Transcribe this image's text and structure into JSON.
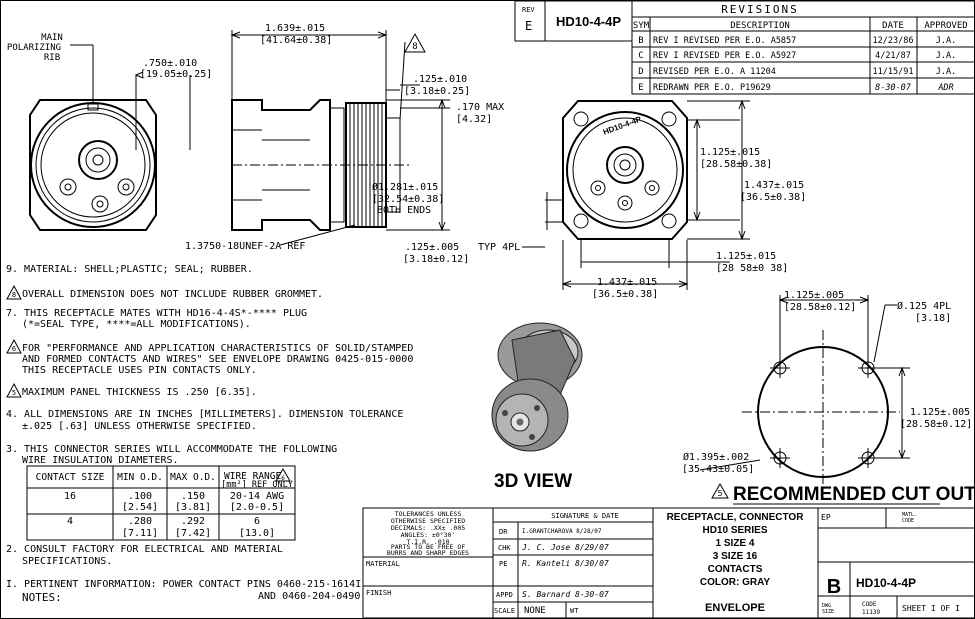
{
  "rev_box": {
    "label": "REV",
    "value": "E",
    "part_no": "HD10-4-4P"
  },
  "revisions": {
    "title": "REVISIONS",
    "headers": [
      "SYM",
      "DESCRIPTION",
      "DATE",
      "APPROVED"
    ],
    "rows": [
      [
        "B",
        "REV I REVISED PER E.O. A5857",
        "12/23/86",
        "J.A."
      ],
      [
        "C",
        "REV I REVISED PER E.O. A5927",
        "4/21/87",
        "J.A."
      ],
      [
        "D",
        "REVISED PER E.O. A 11204",
        "11/15/91",
        "J.A."
      ],
      [
        "E",
        "REDRAWN PER E.O. P19629",
        "8-30-07",
        "ADR"
      ]
    ]
  },
  "side_view": {
    "main_rib": [
      "MAIN",
      "POLARIZING",
      "RIB"
    ],
    "dim_1639": [
      "1.639±.015",
      "[41.64±0.38]"
    ],
    "dim_750": [
      ".750±.010",
      "[19.05±0.25]"
    ],
    "flag8": "8",
    "dim_125": [
      ".125±.010",
      "[3.18±0.25]"
    ],
    "dim_170": [
      ".170   MAX",
      "[4.32]"
    ],
    "dim_1281": [
      "Ø1.281±.015",
      "[32.54±0.38]",
      "BOTH ENDS"
    ],
    "thread": "1.3750-18UNEF-2A REF",
    "dim_125b": [
      ".125±.005",
      "[3.18±0.12]"
    ],
    "typ": "TYP 4PL"
  },
  "front_view": {
    "face_label": "HD10-4-4P",
    "dim_1125a": [
      "1.125±.015",
      "[28.58±0.38]"
    ],
    "dim_1437a": [
      "1.437±.015",
      "[36.5±0.38]"
    ],
    "dim_1125b": [
      "1.125±.015",
      "[28 58±0 38]"
    ],
    "dim_1437b": [
      "1.437±.015",
      "[36.5±0.38]"
    ]
  },
  "cutout": {
    "dim_top": [
      "1.125±.005",
      "[28.58±0.12]"
    ],
    "dim_hole": [
      "Ø.125   4PL",
      "[3.18]"
    ],
    "dim_right": [
      "1.125±.005",
      "[28.58±0.12]"
    ],
    "dim_dia": [
      "Ø1.395±.002",
      "[35.43±0.05]"
    ],
    "flag5": "5",
    "title": "RECOMMENDED CUT OUT"
  },
  "view3d_label": "3D VIEW",
  "notes": {
    "n9": "9. MATERIAL: SHELL;PLASTIC; SEAL; RUBBER.",
    "n8_flag": "8",
    "n8": "OVERALL DIMENSION DOES NOT INCLUDE RUBBER GROMMET.",
    "n7": [
      "7. THIS RECEPTACLE MATES WITH HD16-4-4S*-**** PLUG",
      "(*=SEAL TYPE, ****=ALL MODIFICATIONS)."
    ],
    "n6_flag": "6",
    "n6": [
      "FOR \"PERFORMANCE AND APPLICATION CHARACTERISTICS OF SOLID/STAMPED",
      "AND FORMED CONTACTS AND WIRES\" SEE ENVELOPE DRAWING 0425-015-0000",
      "THIS RECEPTACLE USES PIN CONTACTS ONLY."
    ],
    "n5_flag": "5",
    "n5": "MAXIMUM PANEL THICKNESS IS .250 [6.35].",
    "n4": [
      "4. ALL DIMENSIONS ARE IN INCHES [MILLIMETERS]. DIMENSION TOLERANCE",
      "±.025 [.63] UNLESS OTHERWISE SPECIFIED."
    ],
    "n3": [
      "3. THIS CONNECTOR SERIES WILL ACCOMMODATE THE FOLLOWING",
      "WIRE INSULATION DIAMETERS."
    ],
    "n2": [
      "2. CONSULT FACTORY FOR ELECTRICAL AND MATERIAL",
      "SPECIFICATIONS."
    ],
    "n1": [
      "I. PERTINENT INFORMATION: POWER CONTACT PINS 0460-215-1614I",
      "AND 0460-204-0490"
    ],
    "notes_label": "NOTES:"
  },
  "wire_table": {
    "headers": [
      "CONTACT SIZE",
      "MIN O.D.",
      "MAX O.D.",
      "WIRE RANGE",
      "[mm²] REF ONLY"
    ],
    "header_flag": "6",
    "rows": [
      [
        "16",
        ".100",
        "[2.54]",
        ".150",
        "[3.81]",
        "20-14 AWG",
        "[2.0-0.5]"
      ],
      [
        "4",
        ".280",
        "[7.11]",
        ".292",
        "[7.42]",
        "6",
        "[13.0]"
      ]
    ]
  },
  "title_block": {
    "tolerances": [
      "TOLERANCES UNLESS",
      "OTHERWISE SPECIFIED",
      "DECIMALS: .XX± .005",
      "ANGLES: ±0°30'",
      "T.I.R. .010",
      "PARTS TO BE FREE OF",
      "BURRS AND SHARP EDGES"
    ],
    "material_label": "MATERIAL",
    "finish_label": "FINISH",
    "sig_header": "SIGNATURE & DATE",
    "rows": [
      {
        "role": "DR",
        "sig": "I.GRANTCHAROVA 8/28/07"
      },
      {
        "role": "CHK",
        "sig": "J. C. Jose 8/29/07"
      },
      {
        "role": "PE",
        "sig": "R. Kanteli 8/30/07"
      },
      {
        "role": "APPD",
        "sig": "S. Barnard 8-30-07"
      }
    ],
    "scale_label": "SCALE",
    "scale_value": "NONE",
    "wt_label": "WT",
    "title_lines": [
      "RECEPTACLE, CONNECTOR",
      "HD10 SERIES",
      "1 SIZE 4",
      "3 SIZE 16",
      "CONTACTS",
      "COLOR: GRAY"
    ],
    "envelope": "ENVELOPE",
    "ep": "EP",
    "matl_code": [
      "MATL.",
      "CODE"
    ],
    "size": "B",
    "dwg_no": "HD10-4-4P",
    "dwg_size": [
      "DWG",
      "SIZE"
    ],
    "code": [
      "CODE",
      "11139"
    ],
    "sheet": "SHEET  I OF  I"
  }
}
